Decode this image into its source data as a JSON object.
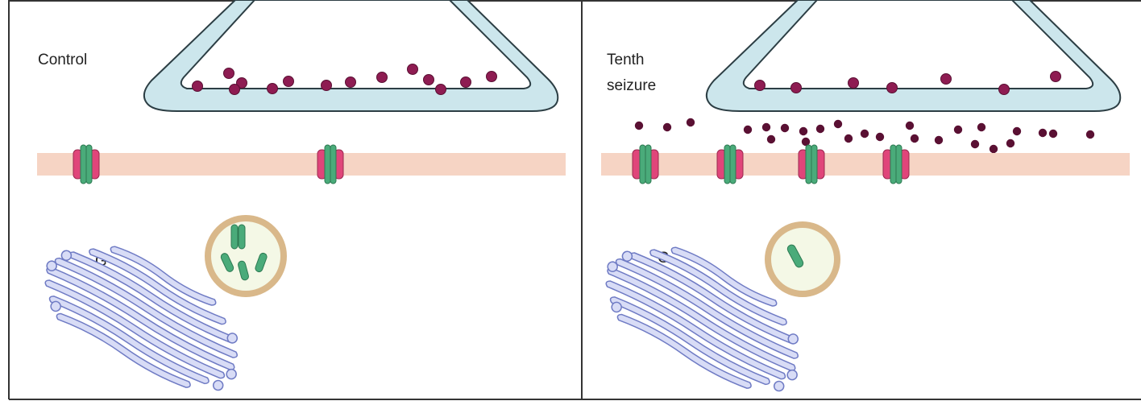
{
  "figure": {
    "panels": [
      {
        "id": "control",
        "label_lines": [
          "Control"
        ],
        "golgi_label": "G",
        "membrane_receptor_count": 2,
        "released_vesicle_count": 0,
        "vesicles_in_terminal": 14,
        "receptors_in_endosome": 4,
        "endosome_state": "full"
      },
      {
        "id": "tenth-seizure",
        "label_lines": [
          "Tenth",
          "seizure"
        ],
        "golgi_label": "G",
        "membrane_receptor_count": 4,
        "released_vesicle_count": 26,
        "vesicles_in_terminal": 7,
        "receptors_in_endosome": 1,
        "endosome_state": "depleted"
      }
    ],
    "colors": {
      "border": "#333333",
      "presynaptic_fill": "#cce6ec",
      "presynaptic_stroke": "#2c3e44",
      "vesicle": "#8e1c52",
      "vesicle_dark": "#5a1033",
      "membrane": "#f6d4c4",
      "receptor_pink": "#e0457a",
      "receptor_green": "#4aab7a",
      "golgi_fill": "#d8dcf6",
      "golgi_stroke": "#6f7bc4",
      "endosome_ring": "#d9b88a",
      "endosome_inner": "#f4f8e6"
    }
  }
}
